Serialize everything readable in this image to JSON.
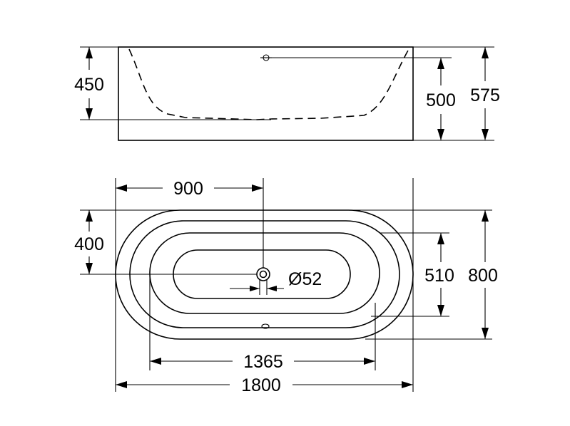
{
  "drawing": {
    "side_view": {
      "dim_rim_height": "450",
      "dim_inner_depth": "500",
      "dim_total_height": "575"
    },
    "top_view": {
      "dim_drain_offset_x": "900",
      "dim_drain_offset_y": "400",
      "dim_drain_diameter": "Ø52",
      "dim_inner_width": "510",
      "dim_total_width": "800",
      "dim_inner_length": "1365",
      "dim_total_length": "1800"
    }
  }
}
